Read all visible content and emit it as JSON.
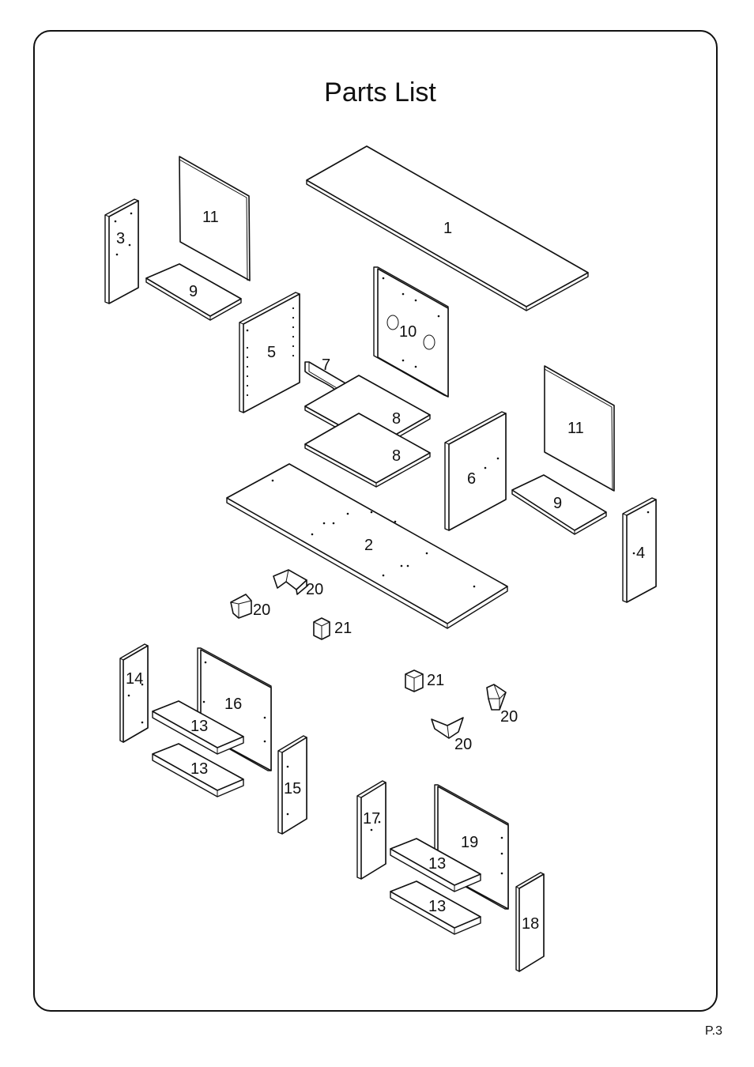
{
  "page": {
    "title": "Parts List",
    "page_number": "P.3"
  },
  "parts": [
    {
      "id": "part-1",
      "label": "1"
    },
    {
      "id": "part-2",
      "label": "2"
    },
    {
      "id": "part-3",
      "label": "3"
    },
    {
      "id": "part-4",
      "label": "4"
    },
    {
      "id": "part-5",
      "label": "5"
    },
    {
      "id": "part-6",
      "label": "6"
    },
    {
      "id": "part-7",
      "label": "7"
    },
    {
      "id": "part-8a",
      "label": "8"
    },
    {
      "id": "part-8b",
      "label": "8"
    },
    {
      "id": "part-9a",
      "label": "9"
    },
    {
      "id": "part-9b",
      "label": "9"
    },
    {
      "id": "part-10",
      "label": "10"
    },
    {
      "id": "part-11a",
      "label": "11"
    },
    {
      "id": "part-11b",
      "label": "11"
    },
    {
      "id": "part-13a",
      "label": "13"
    },
    {
      "id": "part-13b",
      "label": "13"
    },
    {
      "id": "part-13c",
      "label": "13"
    },
    {
      "id": "part-13d",
      "label": "13"
    },
    {
      "id": "part-14",
      "label": "14"
    },
    {
      "id": "part-15",
      "label": "15"
    },
    {
      "id": "part-16",
      "label": "16"
    },
    {
      "id": "part-17",
      "label": "17"
    },
    {
      "id": "part-18",
      "label": "18"
    },
    {
      "id": "part-19",
      "label": "19"
    },
    {
      "id": "part-20a",
      "label": "20"
    },
    {
      "id": "part-20b",
      "label": "20"
    },
    {
      "id": "part-20c",
      "label": "20"
    },
    {
      "id": "part-20d",
      "label": "20"
    },
    {
      "id": "part-21a",
      "label": "21"
    },
    {
      "id": "part-21b",
      "label": "21"
    }
  ]
}
